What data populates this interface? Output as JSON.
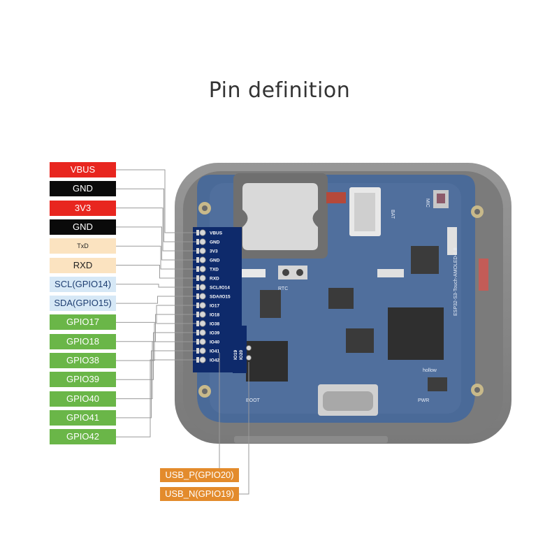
{
  "title": "Pin definition",
  "colors": {
    "power_red": "#e8261f",
    "ground_black": "#0a0a0a",
    "uart_beige": "#fbe3c0",
    "i2c_lightblue": "#d6e8f6",
    "gpio_green": "#6ab648",
    "usb_orange": "#e38b2c"
  },
  "left_pins": [
    {
      "label": "VBUS",
      "group": "power"
    },
    {
      "label": "GND",
      "group": "ground"
    },
    {
      "label": "3V3",
      "group": "power"
    },
    {
      "label": "GND",
      "group": "ground"
    },
    {
      "label": "TxD",
      "group": "uart"
    },
    {
      "label": "RXD",
      "group": "uart"
    },
    {
      "label": "SCL(GPIO14)",
      "group": "i2c"
    },
    {
      "label": "SDA(GPIO15)",
      "group": "i2c"
    },
    {
      "label": "GPIO17",
      "group": "gpio"
    },
    {
      "label": "GPIO18",
      "group": "gpio"
    },
    {
      "label": "GPIO38",
      "group": "gpio"
    },
    {
      "label": "GPIO39",
      "group": "gpio"
    },
    {
      "label": "GPIO40",
      "group": "gpio"
    },
    {
      "label": "GPIO41",
      "group": "gpio"
    },
    {
      "label": "GPIO42",
      "group": "gpio"
    }
  ],
  "usb_pins": [
    {
      "label": "USB_P(GPIO20)"
    },
    {
      "label": "USB_N(GPIO19)"
    }
  ],
  "header_silkscreen": [
    "VBUS",
    "GND",
    "3V3",
    "GND",
    "TXD",
    "RXD",
    "SCL/IO14",
    "SDA/IO15",
    "IO17",
    "IO18",
    "IO38",
    "IO39",
    "IO40",
    "IO41",
    "IO42"
  ],
  "usb_silkscreen": [
    "IO19",
    "IO20"
  ],
  "board": {
    "bat_label": "BAT",
    "mic_label": "MIC",
    "rtc_label": "RTC",
    "boot_label": "BOOT",
    "pwr_label": "PWR",
    "hollow_label": "hollow",
    "model_text": "ESP32-S3-Touch-AMOLED-1.8"
  }
}
